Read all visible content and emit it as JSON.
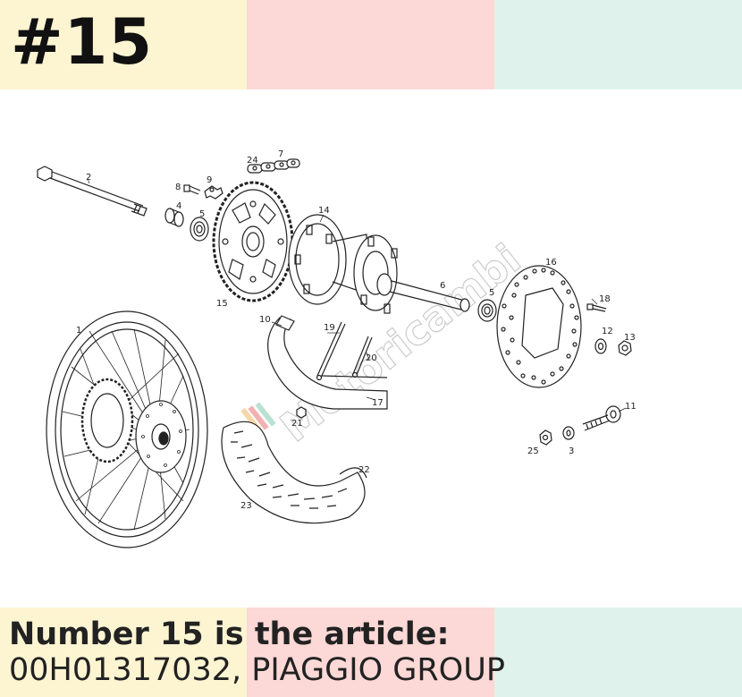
{
  "colors": {
    "yellow": "#fdf4d2",
    "pink": "#fcd8d6",
    "mint": "#e0f2ec"
  },
  "header": {
    "title": "#15"
  },
  "footer": {
    "line1": "Number 15 is the article:",
    "line2": "00H01317032, PIAGGIO GROUP"
  },
  "diagram": {
    "watermark": "Motoricambi",
    "labels": [
      "1",
      "2",
      "3",
      "4",
      "5",
      "5",
      "6",
      "7",
      "8",
      "9",
      "10",
      "11",
      "12",
      "13",
      "14",
      "15",
      "16",
      "17",
      "18",
      "19",
      "20",
      "21",
      "22",
      "23",
      "24",
      "25"
    ]
  }
}
